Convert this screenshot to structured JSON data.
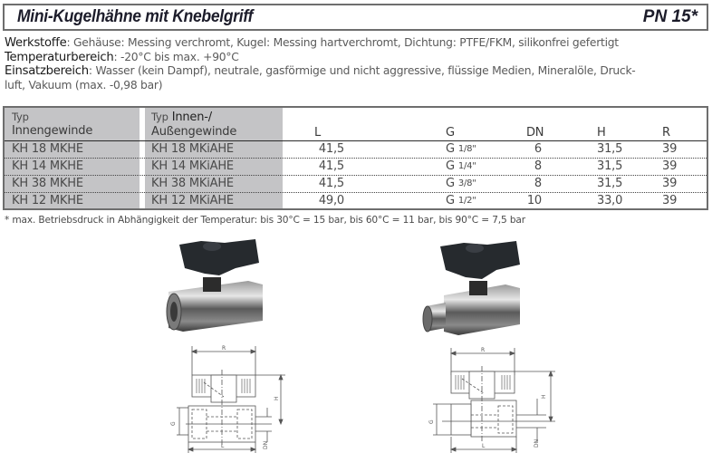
{
  "header": {
    "title": "Mini-Kugelhähne mit Knebelgriff",
    "pressure_rating": "PN 15*"
  },
  "specs": [
    {
      "label": "Werkstoffe",
      "value": ": Gehäuse: Messing verchromt, Kugel: Messing hartverchromt, Dichtung: PTFE/FKM, silikonfrei gefertigt"
    },
    {
      "label": "Temperaturbereich",
      "value": ": -20°C bis max. +90°C"
    },
    {
      "label": "Einsatzbereich",
      "value": ": Wasser (kein Dampf), neutrale, gasförmige und nicht aggressive, flüssige Medien, Mineralöle, Druck-"
    },
    {
      "label": "",
      "value": "luft, Vakuum (max. -0,98 bar)"
    }
  ],
  "table": {
    "headers": {
      "col1_line1": "Typ",
      "col1_line2": "Innengewinde",
      "col2_prefix": "Typ",
      "col2_line1": "Innen-/",
      "col2_line2": "Außengewinde",
      "L": "L",
      "G": "G",
      "DN": "DN",
      "H": "H",
      "R": "R"
    },
    "rows": [
      {
        "typ_innen": "KH 18 MKHE",
        "typ_innen_aussen": "KH 18 MKiAHE",
        "L": "41,5",
        "G_prefix": "G",
        "G_frac": "1/8\"",
        "DN": "6",
        "H": "31,5",
        "R": "39"
      },
      {
        "typ_innen": "KH 14 MKHE",
        "typ_innen_aussen": "KH 14 MKiAHE",
        "L": "41,5",
        "G_prefix": "G",
        "G_frac": "1/4\"",
        "DN": "8",
        "H": "31,5",
        "R": "39"
      },
      {
        "typ_innen": "KH 38 MKHE",
        "typ_innen_aussen": "KH 38 MKiAHE",
        "L": "41,5",
        "G_prefix": "G",
        "G_frac": "3/8\"",
        "DN": "8",
        "H": "31,5",
        "R": "39"
      },
      {
        "typ_innen": "KH 12 MKHE",
        "typ_innen_aussen": "KH 12 MKiAHE",
        "L": "49,0",
        "G_prefix": "G",
        "G_frac": "1/2\"",
        "DN": "10",
        "H": "33,0",
        "R": "39"
      }
    ]
  },
  "footnote": "* max. Betriebsdruck in Abhängigkeit der Temperatur: bis 30°C = 15 bar, bis 60°C = 11 bar, bis 90°C = 7,5 bar",
  "drawings": {
    "labels": {
      "R": "R",
      "H": "H",
      "G": "G",
      "L": "L",
      "DN": "DN"
    }
  },
  "colors": {
    "shaded_column": "#c4c4c6",
    "border": "#6e6e6e",
    "title_text": "#1c1c2a"
  }
}
